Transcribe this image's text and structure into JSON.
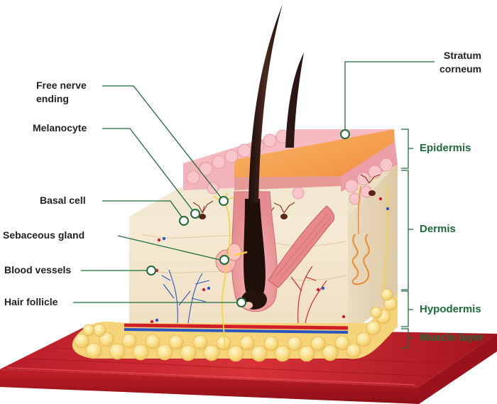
{
  "left_labels": {
    "free_nerve_line1": "Free nerve",
    "free_nerve_line2": "ending",
    "melanocyte": "Melanocyte",
    "basal_cell": "Basal cell",
    "sebaceous_gland": "Sebaceous gland",
    "blood_vessels": "Blood vessels",
    "hair_follicle": "Hair follicle"
  },
  "right_labels": {
    "stratum_line1": "Stratum",
    "stratum_line2": "corneum",
    "epidermis": "Epidermis",
    "dermis": "Dermis",
    "hypodermis": "Hypodermis",
    "muscle_layer": "Muscle layer"
  },
  "colors": {
    "leader_line": "#1e6b3a",
    "layer_label": "#1e6b3a",
    "epidermis_top": "#f4a455",
    "epidermis_pink": "#f3b3ba",
    "dermis": "#f3e7cf",
    "fat": "#f8dd84",
    "muscle": "#c8202a",
    "hair": "#2a1713"
  }
}
